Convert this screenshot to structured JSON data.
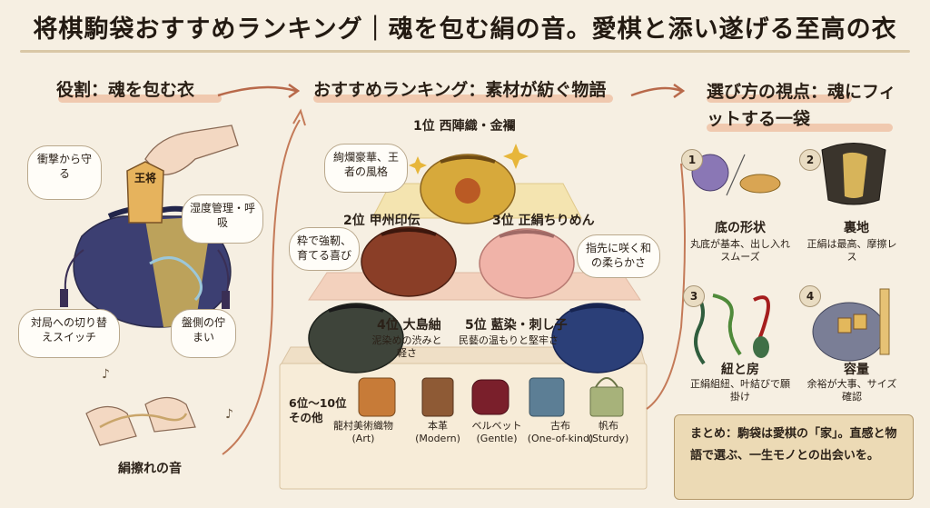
{
  "title": "将棋駒袋おすすめランキング｜魂を包む絹の音。愛棋と添い遂げる至高の衣",
  "left": {
    "heading": "役割：魂を包む衣",
    "bubble_shock": "衝撃から守る",
    "bubble_humidity": "湿度管理・呼吸",
    "bubble_switch": "対局への切り替えスイッチ",
    "bubble_board": "盤側の佇まい",
    "piece_label": "王将",
    "caption": "絹擦れの音"
  },
  "center": {
    "heading": "おすすめランキング：素材が紡ぐ物語",
    "rank1": {
      "label": "1位 西陣織・金襴",
      "note": "絢爛豪華、王者の風格"
    },
    "rank2": {
      "label": "2位 甲州印伝",
      "note": "粋で強靭、育てる喜び"
    },
    "rank3": {
      "label": "3位 正絹ちりめん",
      "note": "指先に咲く和の柔らかさ"
    },
    "rank4": {
      "label": "4位 大島紬",
      "note": "泥染めの渋みと軽さ"
    },
    "rank5": {
      "label": "5位 藍染・刺し子",
      "note": "民藝の温もりと堅牢さ"
    },
    "others": {
      "label": "6位〜10位その他",
      "items": [
        {
          "name": "龍村美術織物",
          "sub": "(Art)"
        },
        {
          "name": "本革",
          "sub": "(Modern)"
        },
        {
          "name": "ベルベット",
          "sub": "(Gentle)"
        },
        {
          "name": "古布",
          "sub": "(One-of-kind)"
        },
        {
          "name": "帆布",
          "sub": "(Sturdy)"
        }
      ]
    }
  },
  "right": {
    "heading": "選び方の視点：魂にフィットする一袋",
    "points": [
      {
        "num": "1",
        "title": "底の形状",
        "desc": "丸底が基本、出し入れスムーズ"
      },
      {
        "num": "2",
        "title": "裏地",
        "desc": "正絹は最高、摩擦レス"
      },
      {
        "num": "3",
        "title": "紐と房",
        "desc": "正絹組紐、叶結びで願掛け"
      },
      {
        "num": "4",
        "title": "容量",
        "desc": "余裕が大事、サイズ確認"
      }
    ],
    "summary": "まとめ：駒袋は愛棋の「家」。直感と物語で選ぶ、一生モノとの出会いを。"
  },
  "colors": {
    "background": "#f6efe2",
    "accent_underline": "#efc2a6",
    "gold": "#d7a93b",
    "indigo": "#2b3f78",
    "pink": "#f0b3a8"
  }
}
